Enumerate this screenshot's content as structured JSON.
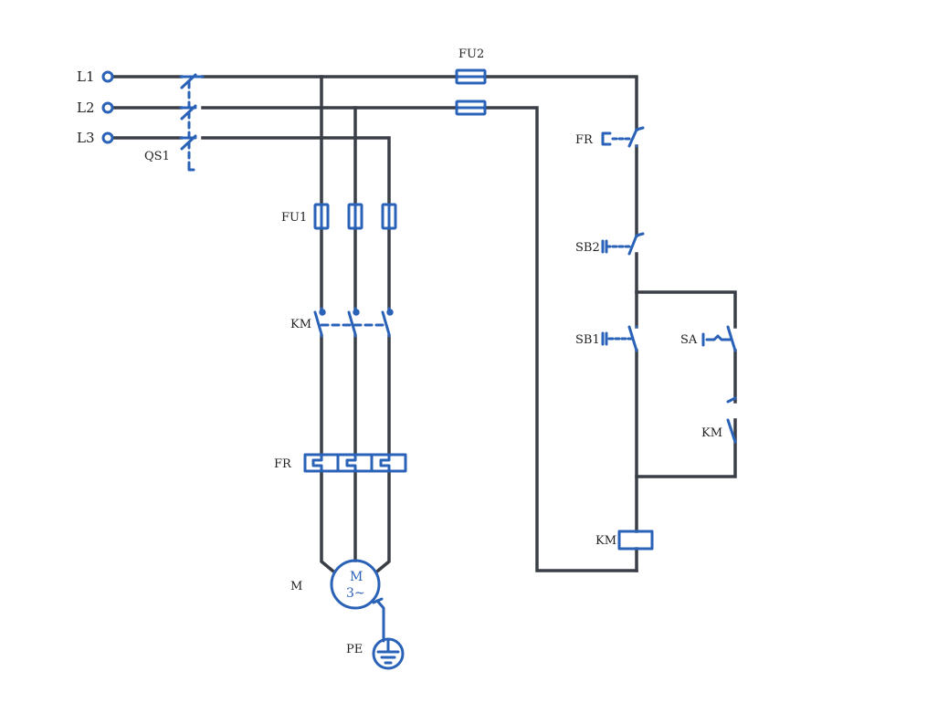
{
  "labels": {
    "l1": "L1",
    "l2": "L2",
    "l3": "L3",
    "qs1": "QS1",
    "fu1": "FU1",
    "fu2": "FU2",
    "km_main": "KM",
    "fr_main": "FR",
    "motor": "M",
    "motor_m": "M",
    "motor_phase": "3~",
    "pe": "PE",
    "fr_ctrl": "FR",
    "sb2": "SB2",
    "sb1": "SB1",
    "sa": "SA",
    "km_aux": "KM",
    "km_coil": "KM"
  },
  "colors": {
    "wire": "#3a3f47",
    "symbol": "#2a62b8"
  }
}
